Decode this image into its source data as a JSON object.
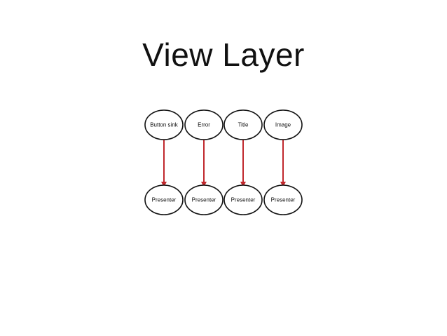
{
  "title": "View Layer",
  "diagram": {
    "colors": {
      "node_stroke": "#111111",
      "node_fill": "#ffffff",
      "arrow": "#c0282d"
    },
    "columns": [
      {
        "top": "Button sink",
        "bottom": "Presenter"
      },
      {
        "top": "Error",
        "bottom": "Presenter"
      },
      {
        "top": "Title",
        "bottom": "Presenter"
      },
      {
        "top": "Image",
        "bottom": "Presenter"
      }
    ]
  }
}
